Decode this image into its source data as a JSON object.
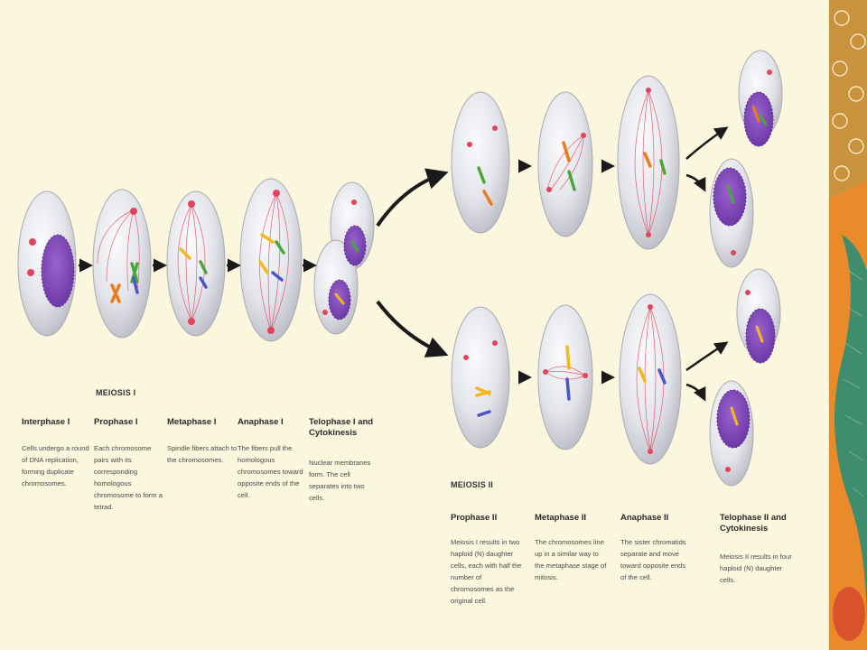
{
  "colors": {
    "background": "#fbf6de",
    "cell_fill": "#e4e5ea",
    "spindle": "#e2445c",
    "nucleus": "#8a4ec0",
    "chromosome_yellow": "#f2b81c",
    "chromosome_orange": "#ee7a1c",
    "chromosome_green": "#4aa83a",
    "chromosome_blue": "#4b55c8",
    "arrow": "#1a1a1a",
    "strip_orange": "#e98a2b",
    "strip_teal": "#3f8c6e"
  },
  "meiosis1": {
    "heading": "MEIOSIS I",
    "stages": [
      {
        "title": "Interphase I",
        "desc": "Cells undergo a round of DNA replication, forming duplicate chromosomes."
      },
      {
        "title": "Prophase I",
        "desc": "Each chromosome pairs with its corresponding homologous chromosome to form a tetrad."
      },
      {
        "title": "Metaphase I",
        "desc": "Spindle fibers attach to the chromosomes."
      },
      {
        "title": "Anaphase I",
        "desc": "The fibers pull the homologous chromosomes toward opposite ends of the cell."
      },
      {
        "title": "Telophase I and Cytokinesis",
        "desc": "Nuclear membranes form. The cell separates into two cells."
      }
    ]
  },
  "meiosis2": {
    "heading": "MEIOSIS II",
    "stages": [
      {
        "title": "Prophase II",
        "desc": "Meiosis I results in two haploid (N) daughter cells, each with half the number of chromosomes as the original cell."
      },
      {
        "title": "Metaphase II",
        "desc": "The chromosomes line up in a similar way to the metaphase stage of mitosis."
      },
      {
        "title": "Anaphase II",
        "desc": "The sister chromatids separate and move toward opposite ends of the cell."
      },
      {
        "title": "Telophase II and Cytokinesis",
        "desc": "Meiosis II results in four haploid (N) daughter cells."
      }
    ]
  }
}
